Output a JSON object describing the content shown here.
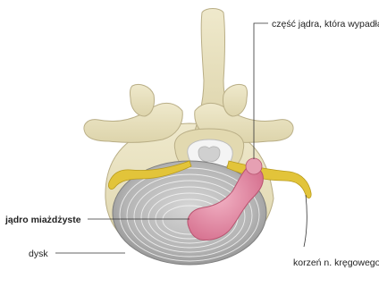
{
  "labels": {
    "herniated_part": "część jądra, która wypadła",
    "nucleus": "jądro miażdżyste",
    "disc": "dysk",
    "nerve_root": "korzeń n. kręgowego"
  },
  "colors": {
    "bone": "#e9e2c0",
    "bone_outline": "#b9ae86",
    "disc_outer": "#9a9a9a",
    "disc_inner": "#c4c4c4",
    "nucleus": "#e38aa4",
    "nerve": "#e2c43a",
    "spinal_cord": "#d9d9d9"
  }
}
